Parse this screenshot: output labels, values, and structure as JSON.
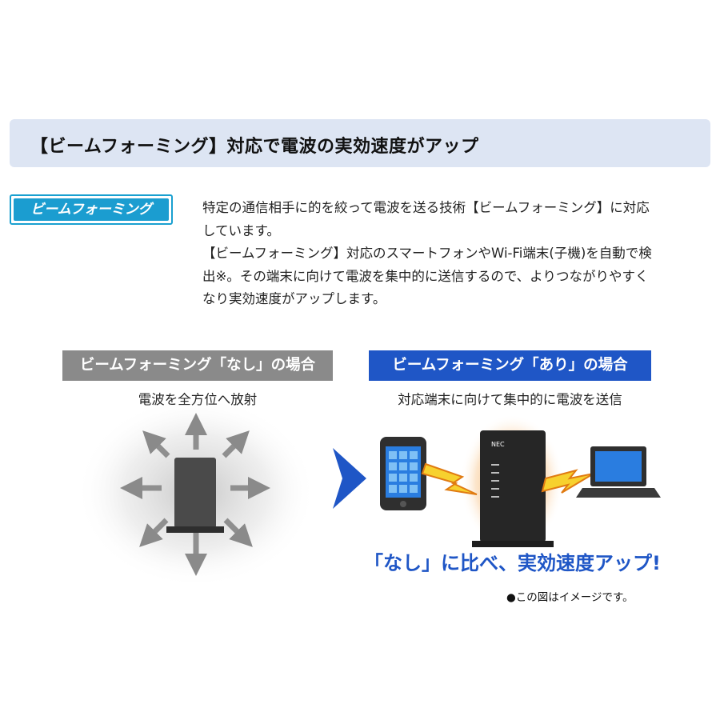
{
  "header": {
    "title": "【ビームフォーミング】対応で電波の実効速度がアップ"
  },
  "badge": {
    "label": "ビームフォーミング"
  },
  "description": {
    "lines": [
      "特定の通信相手に的を絞って電波を送る技術【ビームフォーミング】に対応",
      "しています。",
      "【ビームフォーミング】対応のスマートフォンやWi-Fi端末(子機)を自動で検",
      "出※。その端末に向けて電波を集中的に送信するので、よりつながりやすく",
      "なり実効速度がアップします。"
    ]
  },
  "left_panel": {
    "title": "ビームフォーミング「なし」の場合",
    "subtitle": "電波を全方位へ放射"
  },
  "right_panel": {
    "title": "ビームフォーミング「あり」の場合",
    "subtitle": "対応端末に向けて集中的に電波を送信",
    "router_brand": "NEC"
  },
  "tagline": "「なし」に比べ、実効速度アップ!",
  "note": "●この図はイメージです。",
  "colors": {
    "header_bg": "#dde5f3",
    "badge": "#1b9dd0",
    "gray_pill": "#8a8a8a",
    "blue_pill": "#1f56c6",
    "accent_orange": "#f08a1a"
  },
  "icons": {
    "arrow": "chevron-right-icon",
    "phone": "smartphone-icon",
    "laptop": "laptop-icon",
    "router": "wifi-router-icon",
    "bolt": "lightning-bolt-icon"
  }
}
